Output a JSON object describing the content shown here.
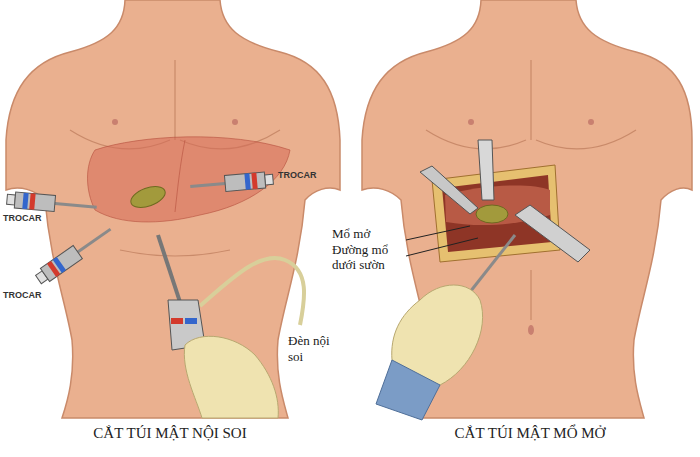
{
  "diagram": {
    "labels": [
      "TROCAR",
      "TROCAR",
      "TROCAR",
      "Đèn nội soi",
      "Mổ mở Đường mổ dưới sườn",
      "CẮT TÚI MẬT NỘI SOI",
      "CẮT TÚI MẬT MỔ MỞ"
    ]
  }
}
